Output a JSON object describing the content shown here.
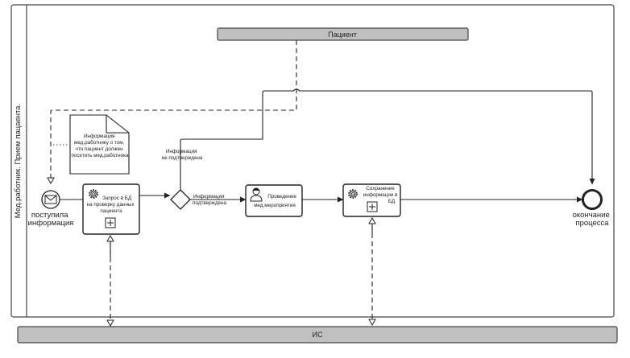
{
  "pool": {
    "lane_label": "Мед.работник. Прием пацаента."
  },
  "external_pools": {
    "top": "Пациент",
    "bottom": "ИС"
  },
  "annotation": {
    "lines": [
      "Информация",
      "мед.работнику о том,",
      "что пациент должен",
      "посетить мед.работника"
    ]
  },
  "start_event": {
    "icon": "envelope-icon",
    "label_lines": [
      "поступила",
      "информация"
    ]
  },
  "task_query": {
    "icon": "gear-icon",
    "lines": [
      "Запрос в БД",
      "на проверку данных",
      "пациента"
    ],
    "marker": "plus-icon"
  },
  "gateway": {
    "no_label_lines": [
      "Информация",
      "не подтверждена"
    ],
    "yes_label_lines": [
      "Информация",
      "подтверждена"
    ]
  },
  "task_user": {
    "icon": "user-icon",
    "lines": [
      "Проведение",
      "мед.мероприятия"
    ]
  },
  "task_save": {
    "icon": "gear-icon",
    "lines": [
      "Сохранение",
      "информации в",
      "БД"
    ],
    "marker": "plus-icon"
  },
  "end_event": {
    "label_lines": [
      "окончание",
      "процесса"
    ]
  },
  "colors": {
    "pool_fill": "#c0c0c0",
    "stroke": "#222222"
  }
}
